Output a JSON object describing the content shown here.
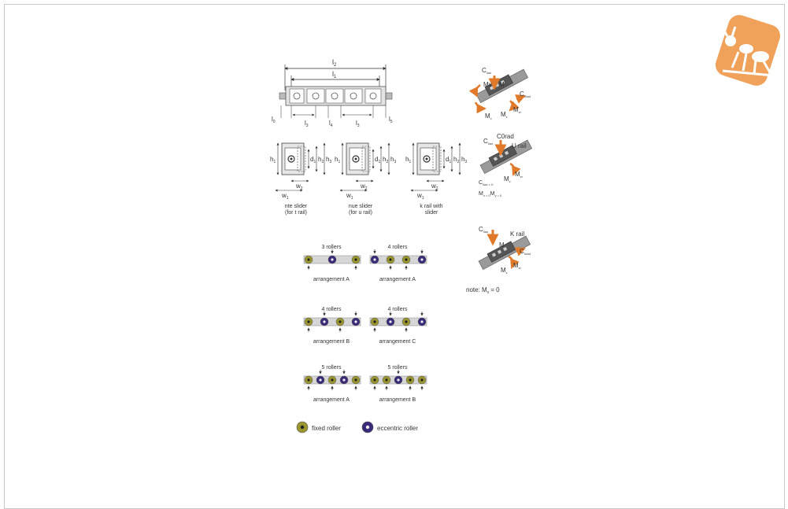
{
  "colors": {
    "fixed": "#9a9630",
    "eccentric": "#3a2a7a",
    "accent": "#e07a2a",
    "line": "#555555",
    "body": "#d8d8d8"
  },
  "logo": {
    "icon": "ant-logo-icon"
  },
  "top_view": {
    "l2": "l",
    "l2_sub": "2",
    "l1": "l",
    "l1_sub": "1",
    "l0": "l",
    "l0_sub": "0",
    "l3a": "l",
    "l3a_sub": "3",
    "l4": "l",
    "l4_sub": "4",
    "l3b": "l",
    "l3b_sub": "3",
    "l5": "l",
    "l5_sub": "5"
  },
  "sections": [
    {
      "caption1": "nte slider",
      "caption2": "(for t rail)"
    },
    {
      "caption1": "nue slider",
      "caption2": "(for u rail)"
    },
    {
      "caption1": "k rail with",
      "caption2": "slider"
    }
  ],
  "dim_labels": {
    "h": "h",
    "d": "d",
    "w": "w",
    "s1": "1",
    "s2": "2",
    "s3": "3"
  },
  "arrangements": [
    {
      "count": "3 rollers",
      "name": "arrangement A",
      "pattern": [
        "f",
        "e",
        "f"
      ]
    },
    {
      "count": "4 rollers",
      "name": "arrangement A",
      "pattern": [
        "e",
        "f",
        "f",
        "e"
      ]
    },
    {
      "count": "4 rollers",
      "name": "arrangement B",
      "pattern": [
        "f",
        "e",
        "f",
        "e"
      ]
    },
    {
      "count": "4 rollers",
      "name": "arrangement C",
      "pattern": [
        "f",
        "e",
        "f",
        "e"
      ]
    },
    {
      "count": "5 rollers",
      "name": "arrangement A",
      "pattern": [
        "f",
        "e",
        "f",
        "e",
        "f"
      ]
    },
    {
      "count": "5 rollers",
      "name": "arrangement B",
      "pattern": [
        "f",
        "f",
        "e",
        "f",
        "f"
      ]
    }
  ],
  "legend": {
    "fixed": "fixed roller",
    "eccentric": "eccentric roller"
  },
  "loads": {
    "t": {
      "c": "C",
      "c_sub": "0ax",
      "my": "My",
      "m": "M",
      "mx": "M",
      "mx_sub": "x",
      "mz": "M",
      "mz_sub": "z",
      "mzr": "M",
      "mzr_sub": "zr",
      "cr": "C",
      "cr_sub": "0rad"
    },
    "u": {
      "c": "C",
      "c_sub": "0ax",
      "c0rad": "C0rad",
      "rail": "U rail",
      "mz": "M",
      "mz_sub": "z",
      "m2": "M",
      "m2_sub": "zr",
      "cax0": "C",
      "cax0_sub": "0ax = 0",
      "mxy": "M",
      "mxy_sub": "x = 0",
      "mxy2": "M",
      "mxy2_sub": "y = 0"
    },
    "k": {
      "c": "C",
      "c_sub": "0ax",
      "rail": "K rail",
      "m": "M",
      "cr": "C",
      "cr_sub": "0rad",
      "mz": "M",
      "mz_sub": "z",
      "m2": "M",
      "m2_sub": "zr",
      "note": "note: M",
      "note_sub": "x",
      "note_tail": "= 0"
    }
  }
}
